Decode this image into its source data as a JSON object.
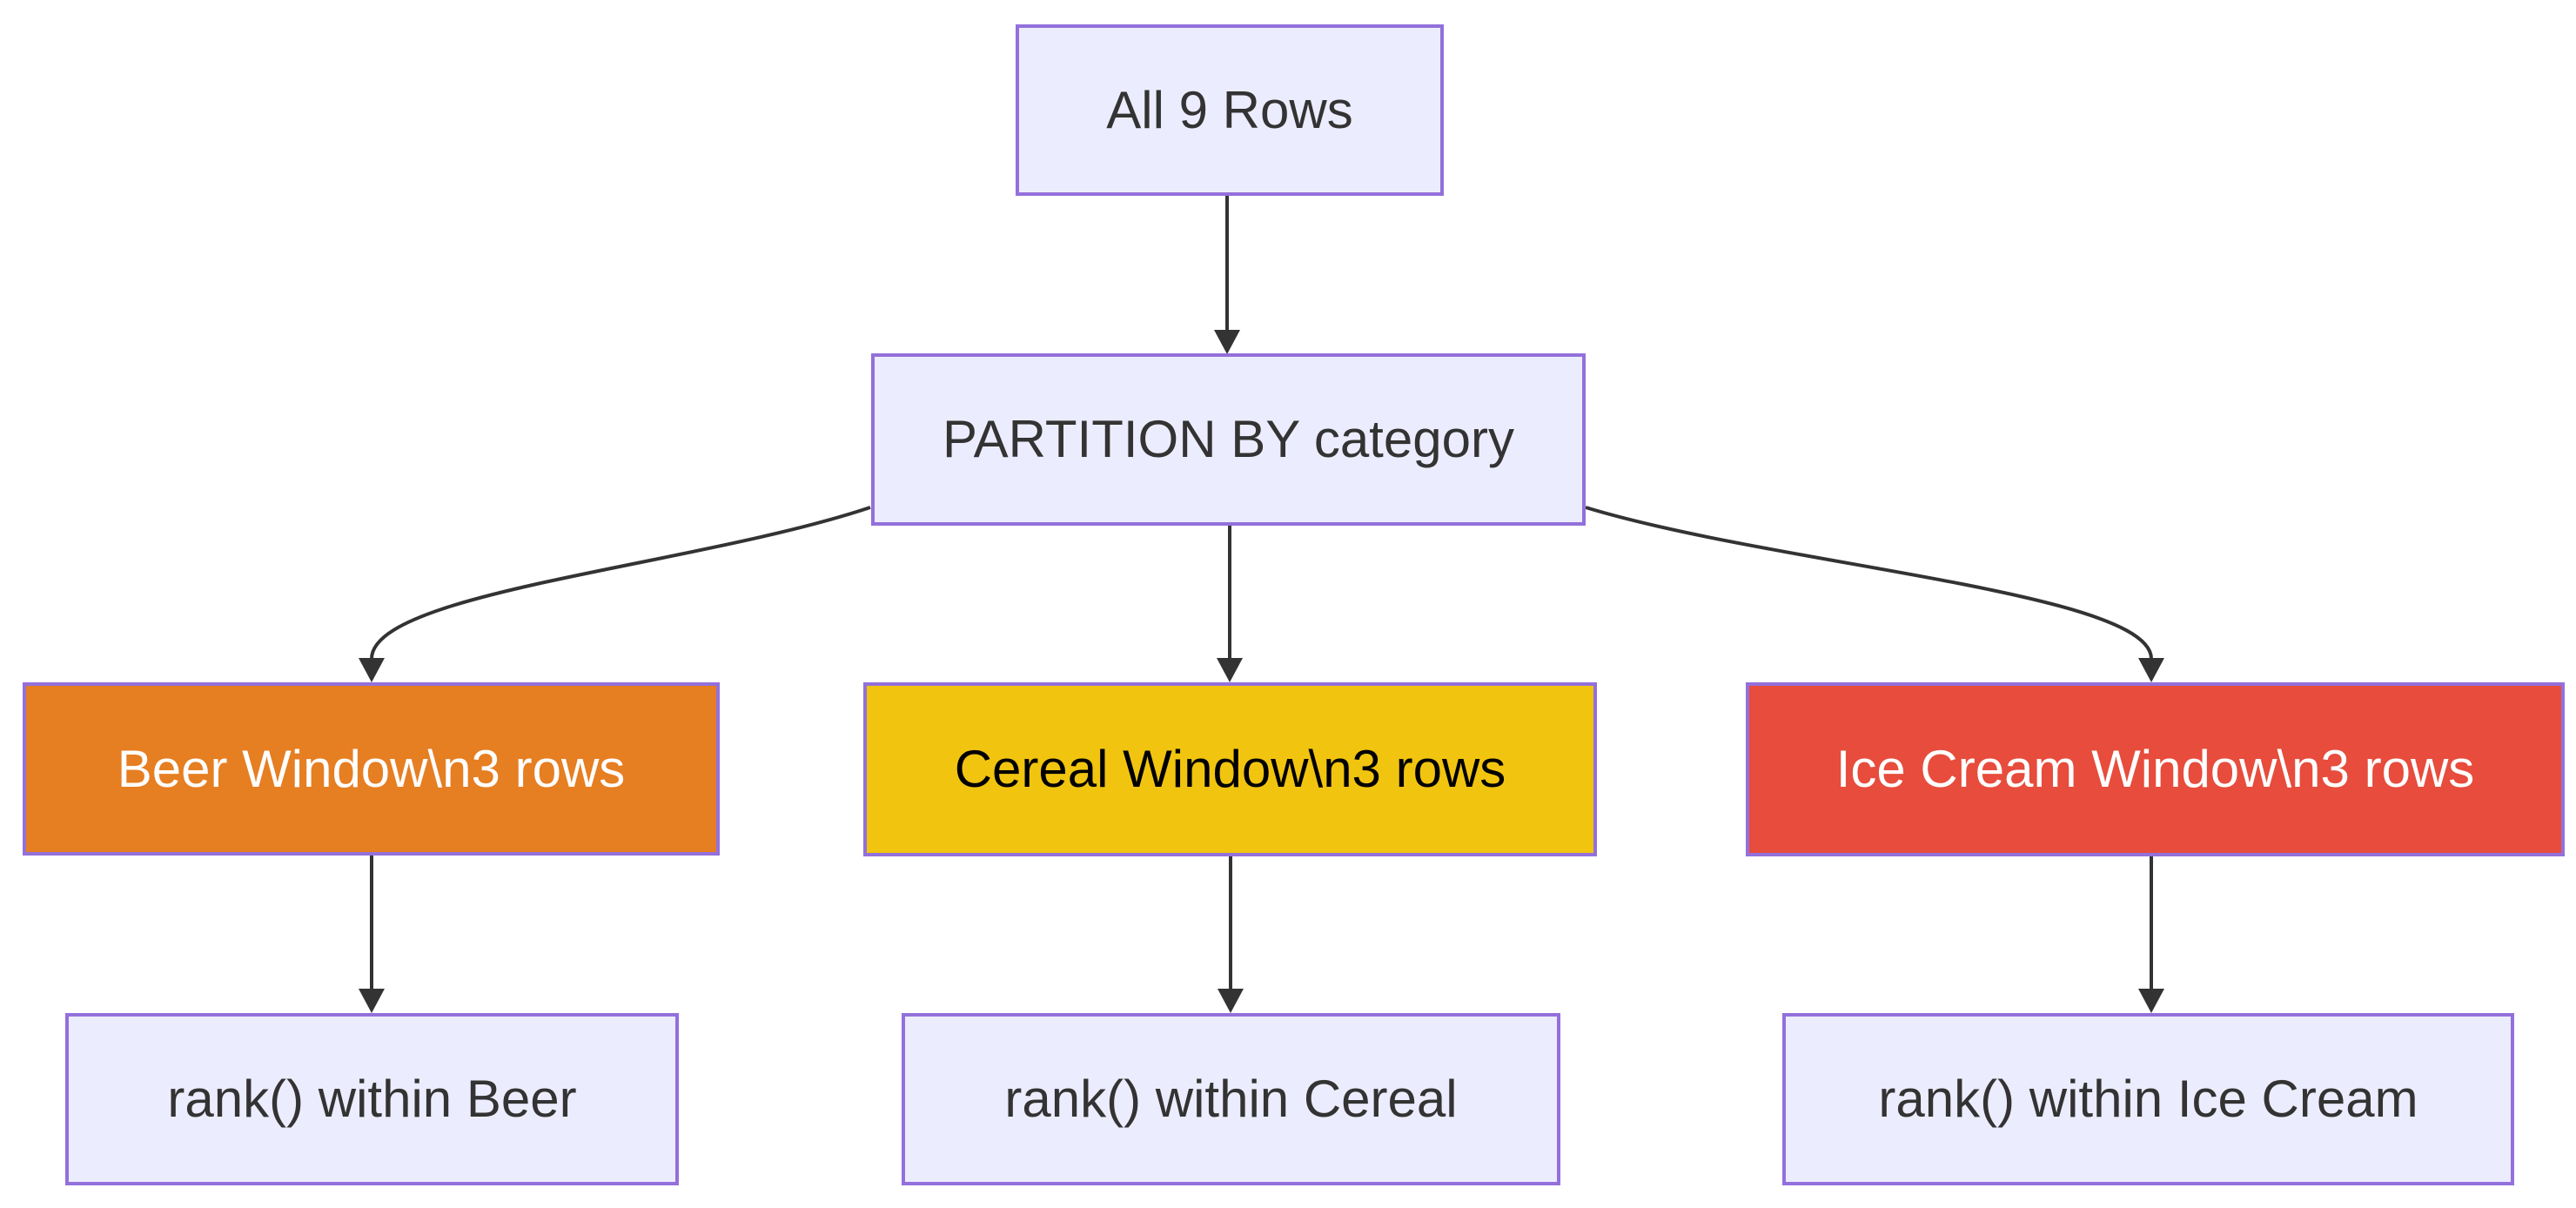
{
  "diagram": {
    "type": "flowchart",
    "direction": "top-down",
    "nodes": [
      {
        "id": "all",
        "label": "All 9 Rows",
        "fill": "#ECECFF",
        "text_color": "#333333"
      },
      {
        "id": "partition",
        "label": "PARTITION BY category",
        "fill": "#ECECFF",
        "text_color": "#333333"
      },
      {
        "id": "beer",
        "label": "Beer Window\\n3 rows",
        "fill": "#E67E22",
        "text_color": "#FFFFFF"
      },
      {
        "id": "cereal",
        "label": "Cereal Window\\n3 rows",
        "fill": "#F1C40F",
        "text_color": "#000000"
      },
      {
        "id": "icecream",
        "label": "Ice Cream Window\\n3 rows",
        "fill": "#E74C3C",
        "text_color": "#FFFFFF"
      },
      {
        "id": "rank_beer",
        "label": "rank() within Beer",
        "fill": "#ECECFF",
        "text_color": "#333333"
      },
      {
        "id": "rank_cereal",
        "label": "rank() within Cereal",
        "fill": "#ECECFF",
        "text_color": "#333333"
      },
      {
        "id": "rank_icecream",
        "label": "rank() within Ice Cream",
        "fill": "#ECECFF",
        "text_color": "#333333"
      }
    ],
    "edges": [
      {
        "from": "all",
        "to": "partition"
      },
      {
        "from": "partition",
        "to": "beer"
      },
      {
        "from": "partition",
        "to": "cereal"
      },
      {
        "from": "partition",
        "to": "icecream"
      },
      {
        "from": "beer",
        "to": "rank_beer"
      },
      {
        "from": "cereal",
        "to": "rank_cereal"
      },
      {
        "from": "icecream",
        "to": "rank_icecream"
      }
    ],
    "colors": {
      "background": "#FFFFFF",
      "node_border": "#9370DB",
      "default_node_fill": "#ECECFF",
      "default_text": "#333333",
      "edge_line": "#333333",
      "beer_fill": "#E67E22",
      "cereal_fill": "#F1C40F",
      "icecream_fill": "#E74C3C"
    }
  }
}
